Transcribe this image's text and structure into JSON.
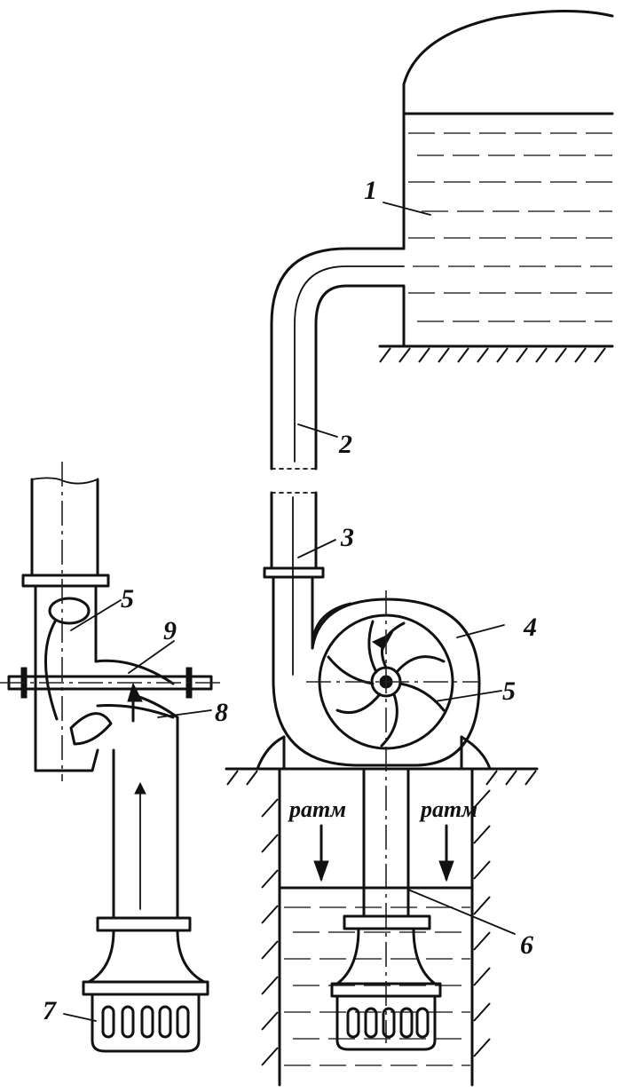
{
  "labels": {
    "l1": "1",
    "l2": "2",
    "l3": "3",
    "l4": "4",
    "l5_right": "5",
    "l5_left": "5",
    "l6": "6",
    "l7": "7",
    "l8": "8",
    "l9": "9"
  },
  "pressure": {
    "left": "pатм",
    "right": "pатм"
  }
}
